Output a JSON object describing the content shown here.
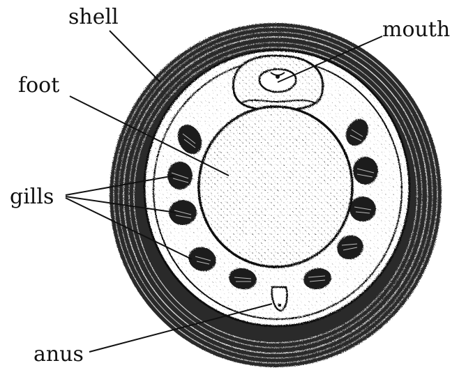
{
  "diagram": {
    "labels": {
      "shell": "shell",
      "mouth": "mouth",
      "foot": "foot",
      "gills": "gills",
      "anus": "anus"
    },
    "colors": {
      "ink": "#111111",
      "paper": "#ffffff",
      "stipple": "#3a3a3a"
    }
  }
}
